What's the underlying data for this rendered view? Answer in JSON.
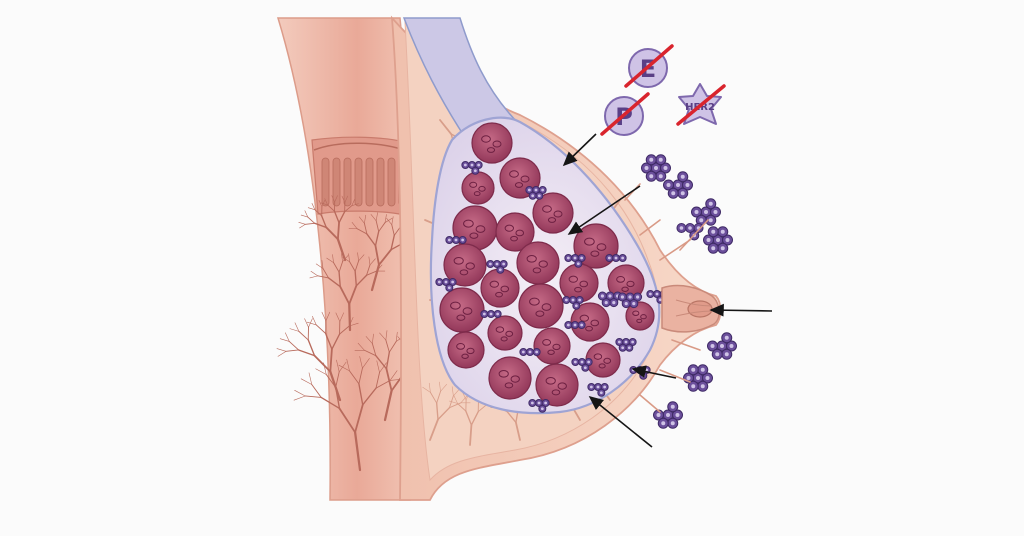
{
  "colors": {
    "background": "#fbfbfb",
    "skin": "#f3c8b6",
    "skin_dark": "#e7a994",
    "muscle": "#e6a89a",
    "fat": "#f6d7c6",
    "duct_blue": "#c9c8e6",
    "cavity": "#efe7f2",
    "tumor_lobule": "#b0506f",
    "tumor_lobule_dark": "#8f3556",
    "cluster": "#6b4f9b",
    "cluster_dark": "#3f2a66",
    "arrow": "#151515",
    "strike": "#d9242d"
  },
  "receptor_badges": [
    {
      "label": "E",
      "icon": "estrogen-receptor-icon",
      "crossed": true
    },
    {
      "label": "P",
      "icon": "progesterone-receptor-icon",
      "crossed": true
    },
    {
      "label": "HER2",
      "icon": "her2-receptor-icon",
      "crossed": true
    }
  ],
  "arrows": [
    {
      "name": "arrow-receptor-loss"
    },
    {
      "name": "arrow-tumor-mass"
    },
    {
      "name": "arrow-nipple"
    },
    {
      "name": "arrow-lower-cluster"
    },
    {
      "name": "arrow-lower-wall"
    }
  ]
}
